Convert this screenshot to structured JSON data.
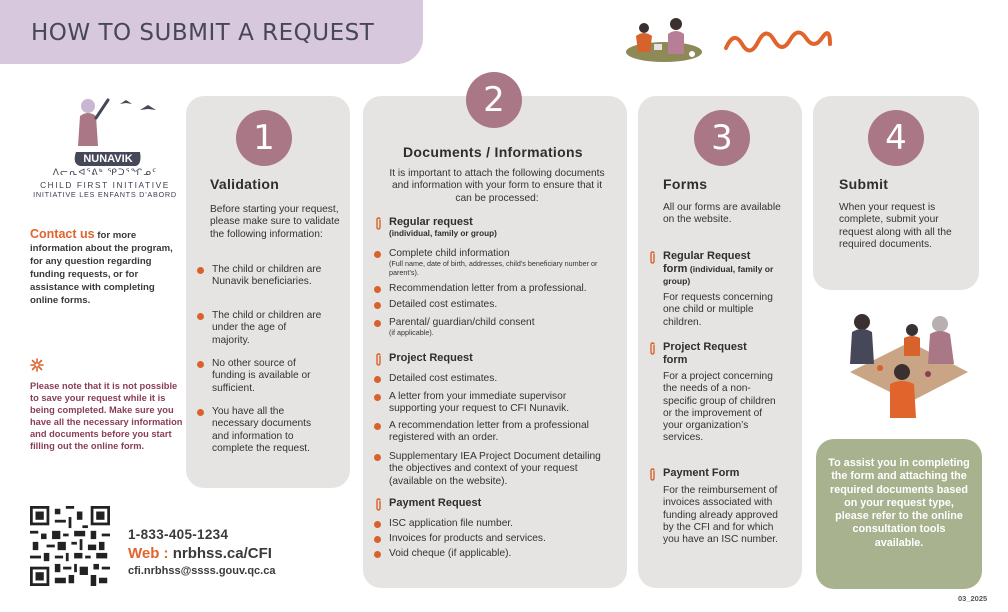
{
  "header": {
    "title": "HOW TO SUBMIT A REQUEST"
  },
  "logo": {
    "wordmark": "NUNAVIK",
    "syllabics": "ᐱᓕᕆᐊᕐᕕᒃ ᕿᑐᕐᖏᓄᑦ",
    "program_en": "CHILD FIRST INITIATIVE",
    "program_fr": "INITIATIVE LES ENFANTS D’ABORD"
  },
  "contact": {
    "lead": "Contact us",
    "text": " for more information about the program, for any question regarding funding requests, or for assistance with completing online forms."
  },
  "note": "Please note that it is not possible to save your request while it is being completed. Make sure you have all the necessary information and documents before you start filling out the online form.",
  "footer": {
    "phone": "1-833-405-1234",
    "web_label": "Web :",
    "web_url": "nrbhss.ca/CFI",
    "email": "cfi.nrbhss@ssss.gouv.qc.ca",
    "doc_code": "03_2025"
  },
  "steps": {
    "s1": {
      "number": "1",
      "title": "Validation",
      "intro": "Before starting your request, please make sure to validate the following information:",
      "bullets": [
        "The child or children are Nunavik beneficiaries.",
        "The child or children are under the age of majority.",
        "No other source of funding is available or sufficient.",
        "You have all the necessary documents and information to complete the request."
      ]
    },
    "s2": {
      "number": "2",
      "title": "Documents / Informations",
      "intro": "It is important to attach the following documents and information with your form to ensure that it can be processed:",
      "regular": {
        "title": "Regular request",
        "subtitle": "(individual, family or group)",
        "b1_main": "Complete child information",
        "b1_sub": "(Full name, date of birth, addresses, child’s beneficiary number or parent’s).",
        "b2": "Recommendation letter from a professional.",
        "b3": "Detailed cost estimates.",
        "b4_main": "Parental/ guardian/child consent",
        "b4_sub": "(if applicable)."
      },
      "project": {
        "title": "Project Request",
        "b1": "Detailed cost estimates.",
        "b2": "A letter from your immediate supervisor supporting your request to CFI Nunavik.",
        "b3": "A recommendation letter from a professional registered with an order.",
        "b4": "Supplementary IEA Project Document detailing the objectives and context of your request (available on the website)."
      },
      "payment": {
        "title": "Payment Request",
        "b1": "ISC application file number.",
        "b2": "Invoices for products and services.",
        "b3": "Void cheque (if applicable)."
      }
    },
    "s3": {
      "number": "3",
      "title": "Forms",
      "intro": "All our forms are available on the website.",
      "regular_title": "Regular Request form",
      "regular_sub": " (individual, family or group)",
      "regular_text": "For requests concerning one child or multiple children.",
      "project_title": "Project Request form",
      "project_text": "For a project concerning the needs of a non-specific group of children or the improvement of your organization’s services.",
      "payment_title": "Payment Form",
      "payment_text": "For the reimbursement of invoices associated with funding already approved by the CFI and for which you have an ISC number."
    },
    "s4": {
      "number": "4",
      "title": "Submit",
      "text": "When your request is complete, submit your request along with all the required documents."
    }
  },
  "assist_box": "To assist you in completing the form and attaching the required documents based on your request type, please refer to the online consultation tools available.",
  "colors": {
    "accent": "#e0642c",
    "number_circle": "#a97786",
    "card": "#e6e4e2",
    "banner": "#d8c8de",
    "green_box": "#a8b28e",
    "note": "#8a3d55"
  },
  "icons": [
    "paperclip-icon",
    "sparkle-icon",
    "qr-code",
    "squiggle-decoration"
  ]
}
